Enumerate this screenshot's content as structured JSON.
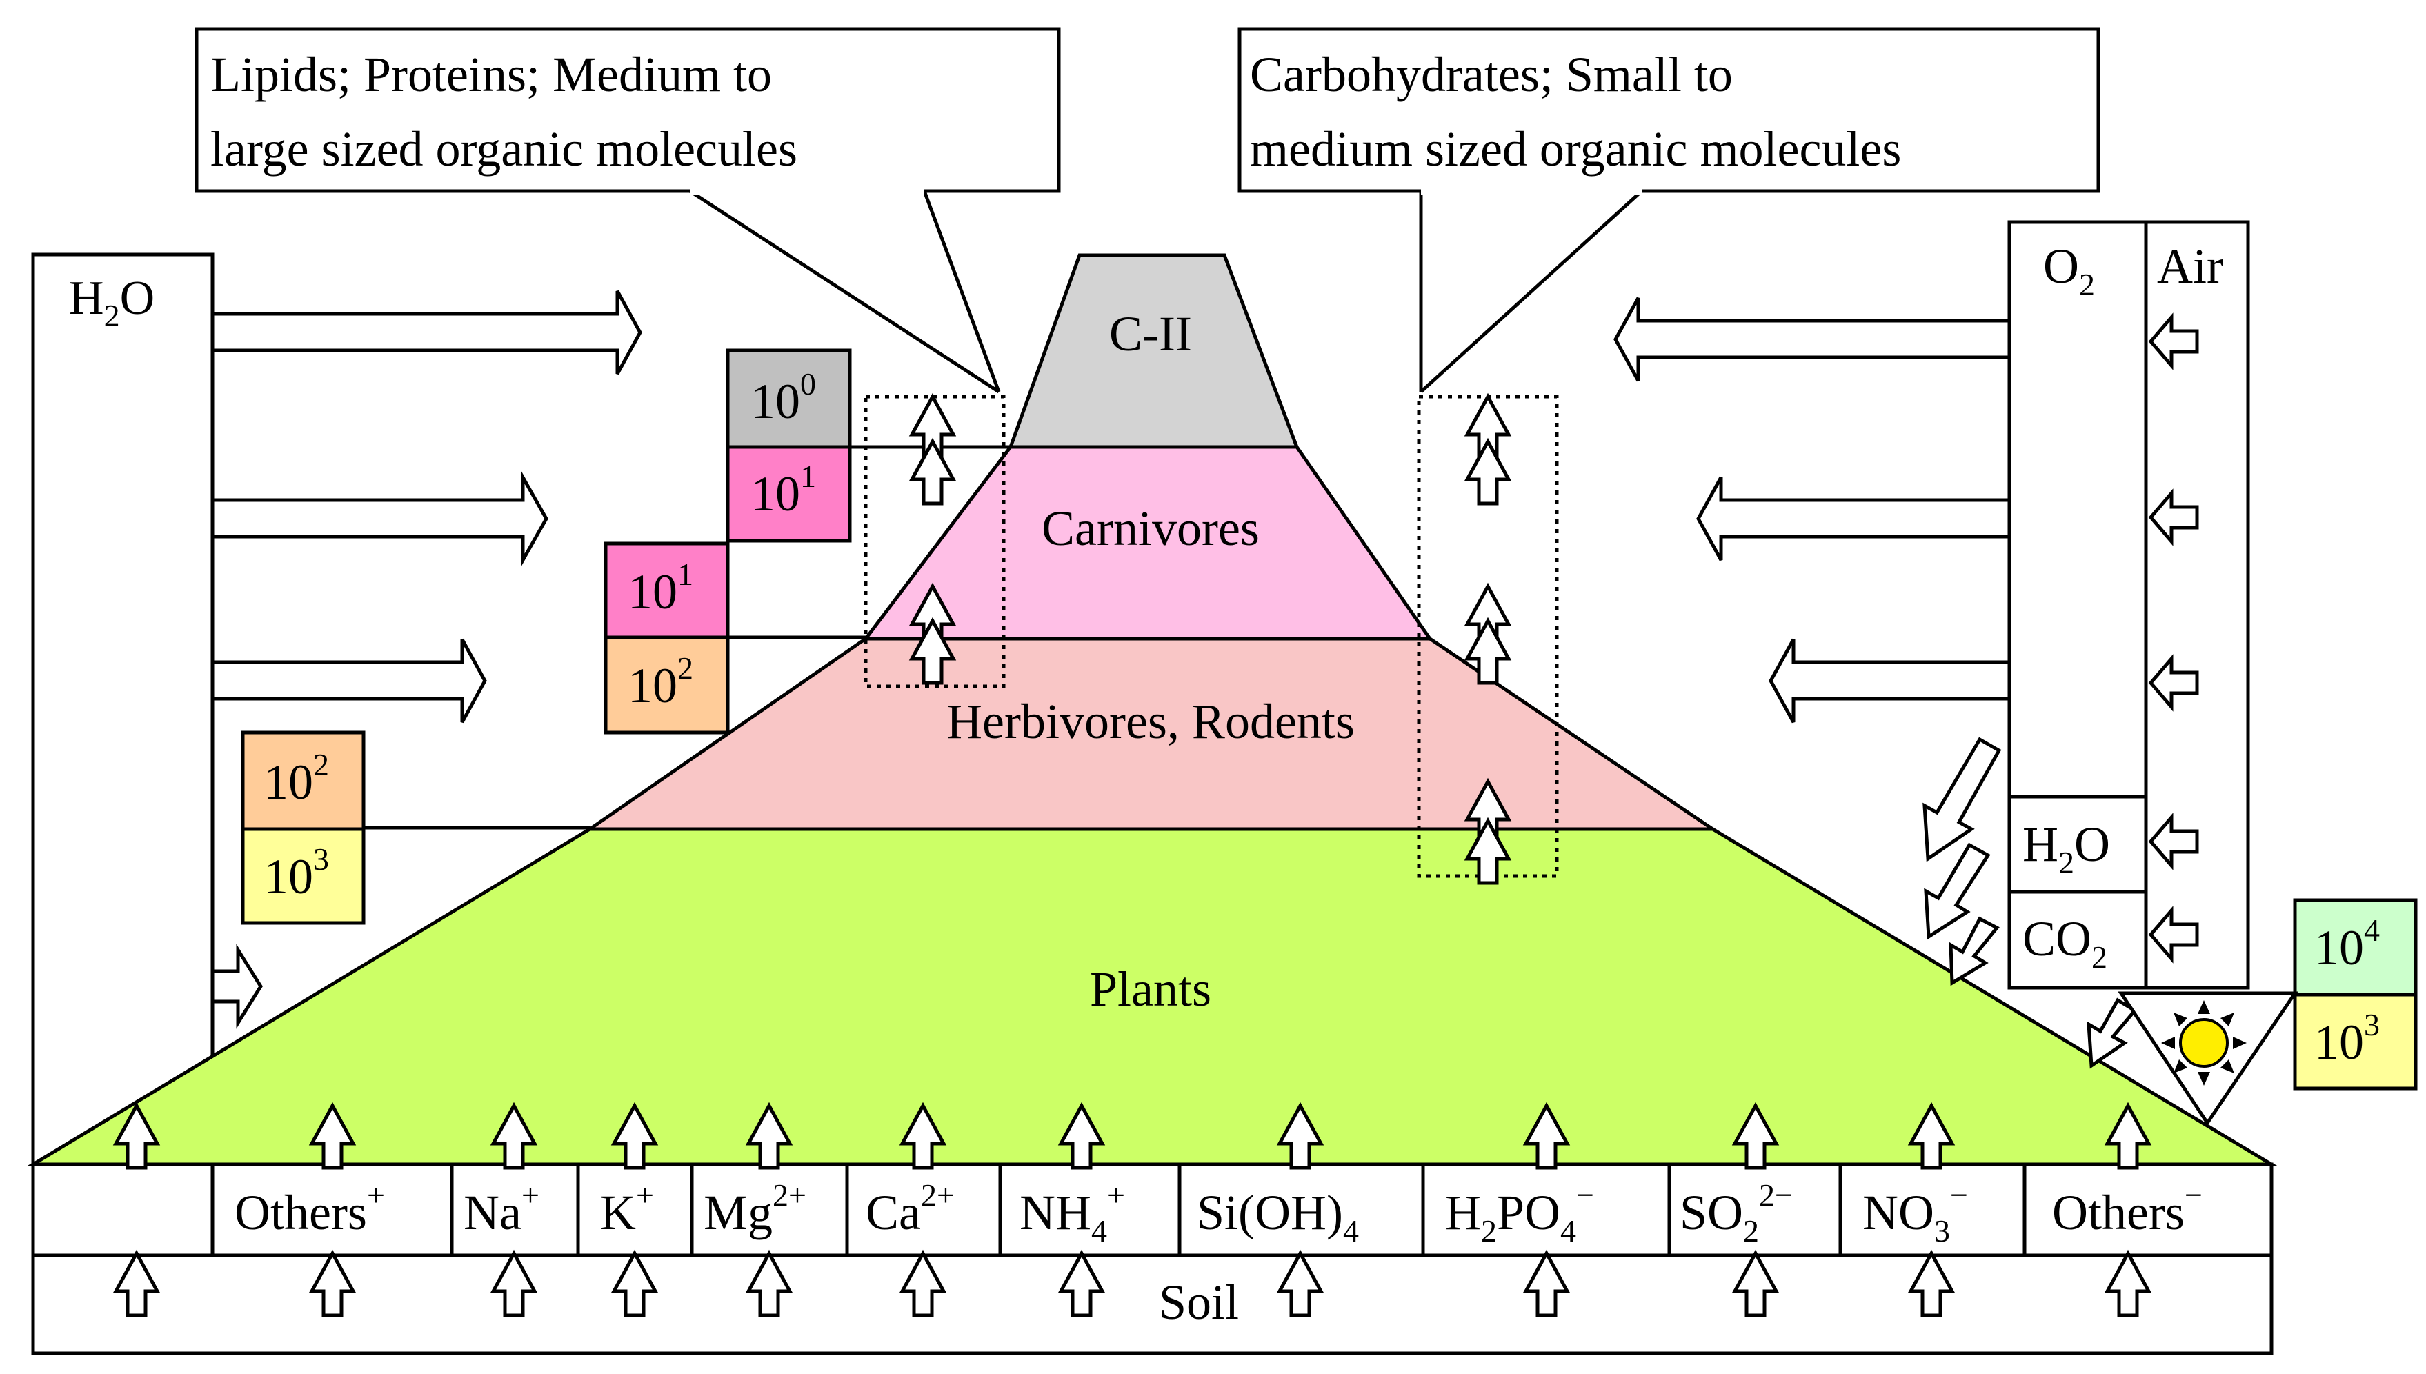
{
  "callouts": {
    "left": {
      "line1": "Lipids; Proteins; Medium to",
      "line2": "large sized organic molecules"
    },
    "right": {
      "line1": "Carbohydrates; Small to",
      "line2": "medium sized organic molecules"
    }
  },
  "levels": {
    "c2": {
      "label": "C-II",
      "color": "#d3d3d3"
    },
    "carnivores": {
      "label": "Carnivores",
      "color": "#ffbfe6"
    },
    "herbivores": {
      "label": "Herbivores, Rodents",
      "color": "#f9c6c6"
    },
    "plants": {
      "label": "Plants",
      "color": "#ccff66"
    }
  },
  "left_column": {
    "label_main": "H",
    "label_sub": "2",
    "label_tail": "O"
  },
  "right_panel": {
    "o2": {
      "main": "O",
      "sub": "2"
    },
    "air": "Air",
    "h2o": {
      "main": "H",
      "sub": "2",
      "tail": "O"
    },
    "co2": {
      "main": "CO",
      "sub": "2"
    }
  },
  "magnitudes": {
    "c2_top": {
      "base": "10",
      "exp": "0",
      "color": "#c0c0c0"
    },
    "c2_bottom": {
      "base": "10",
      "exp": "1",
      "color": "#ff80c8"
    },
    "carn_top": {
      "base": "10",
      "exp": "1",
      "color": "#ff80c8"
    },
    "carn_bottom": {
      "base": "10",
      "exp": "2",
      "color": "#ffcc99"
    },
    "herb_top": {
      "base": "10",
      "exp": "2",
      "color": "#ffcc99"
    },
    "herb_bottom": {
      "base": "10",
      "exp": "3",
      "color": "#ffff99"
    },
    "sun_top": {
      "base": "10",
      "exp": "4",
      "color": "#ccffcc"
    },
    "sun_bottom": {
      "base": "10",
      "exp": "3",
      "color": "#ffff99"
    }
  },
  "nutrients": {
    "others_plus": {
      "main": "Others",
      "sup": "+"
    },
    "na": {
      "main": "Na",
      "sup": "+"
    },
    "k": {
      "main": "K",
      "sup": "+"
    },
    "mg": {
      "main": "Mg",
      "sup": "2+"
    },
    "ca": {
      "main": "Ca",
      "sup": "2+"
    },
    "nh4": {
      "main": "NH",
      "sub": "4",
      "sup": "+"
    },
    "sioh4": {
      "main": "Si(OH)",
      "sub": "4"
    },
    "h2po4": {
      "pre": "H",
      "pre_sub": "2",
      "main": "PO",
      "sub": "4",
      "sup": "−"
    },
    "so2": {
      "main": "SO",
      "sub": "2",
      "sup": "2−"
    },
    "no3": {
      "main": "NO",
      "sub": "3",
      "sup": "−"
    },
    "others_minus": {
      "main": "Others",
      "sup": "−"
    }
  },
  "soil": {
    "label": "Soil"
  },
  "icons": {
    "sun": "sun-icon"
  }
}
